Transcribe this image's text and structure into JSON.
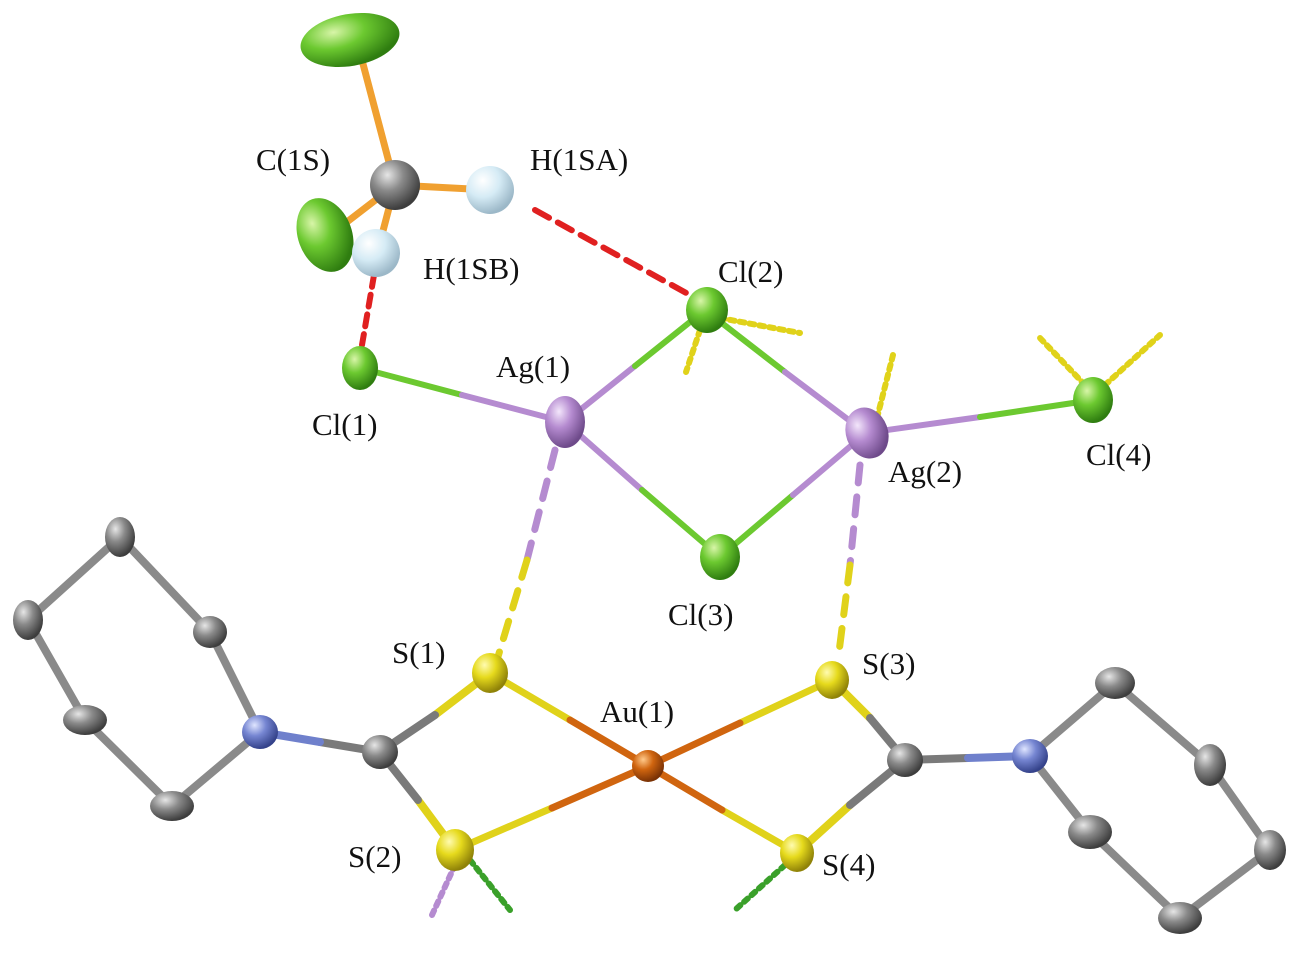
{
  "labels": {
    "c1s": "C(1S)",
    "h1sa": "H(1SA)",
    "h1sb": "H(1SB)",
    "cl2": "Cl(2)",
    "ag1": "Ag(1)",
    "cl1": "Cl(1)",
    "ag2": "Ag(2)",
    "cl4": "Cl(4)",
    "cl3": "Cl(3)",
    "s1": "S(1)",
    "au1": "Au(1)",
    "s3": "S(3)",
    "s2": "S(2)",
    "s4": "S(4)"
  },
  "colors": {
    "chlorine": "#5bbf2a",
    "silver": "#b58bd0",
    "gold": "#d0650f",
    "sulfur": "#e0d21a",
    "carbon": "#7a7a7a",
    "nitrogen": "#6f80cc",
    "hydrogen": "#d2e8f2",
    "solvent_bond": "#f0a030",
    "hbond": "#e02020"
  }
}
